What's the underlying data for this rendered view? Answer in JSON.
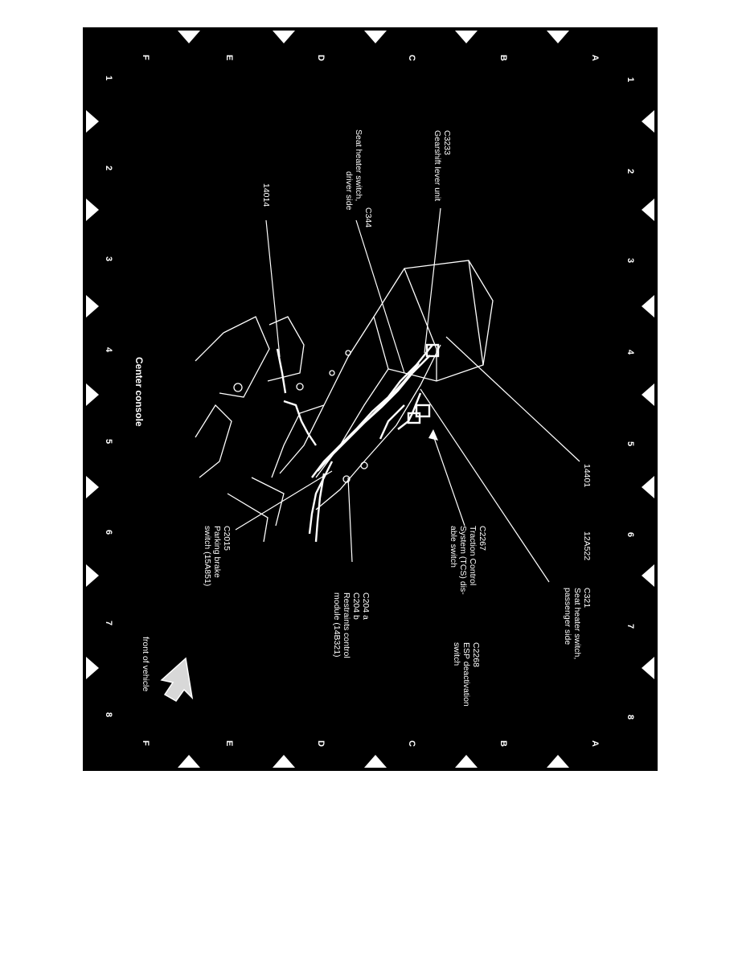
{
  "title": "Center console",
  "front_label": "front of vehicle",
  "grid": {
    "numbers": [
      "1",
      "2",
      "3",
      "4",
      "5",
      "6",
      "7",
      "8"
    ],
    "letters": [
      "A",
      "B",
      "C",
      "D",
      "E",
      "F"
    ]
  },
  "callouts": [
    {
      "id": "c3233",
      "lines": [
        "C3233",
        "Gearshift lever unit"
      ]
    },
    {
      "id": "c344",
      "lines": [
        "C344",
        "Seat heater switch,",
        "driver side"
      ]
    },
    {
      "id": "14014",
      "lines": [
        "14014"
      ]
    },
    {
      "id": "c2015",
      "lines": [
        "C2015",
        "Parking brake",
        "switch (15A851)"
      ]
    },
    {
      "id": "c204",
      "lines": [
        "C204 a",
        "C204 b",
        "Restraints control",
        "module (14B321)"
      ]
    },
    {
      "id": "c2267",
      "lines": [
        "C2267",
        "Traction Control",
        "System (TCS) dis-",
        "able switch"
      ]
    },
    {
      "id": "c2268",
      "lines": [
        "C2268",
        "ESP deactivation",
        "switch"
      ]
    },
    {
      "id": "c321",
      "lines": [
        "C321",
        "Seat heater switch,",
        "passenger side"
      ]
    },
    {
      "id": "14401",
      "lines": [
        "14401"
      ]
    },
    {
      "id": "12a522",
      "lines": [
        "12A522"
      ]
    }
  ],
  "colors": {
    "background": "#000000",
    "ink": "#ffffff",
    "page": "#ffffff"
  }
}
